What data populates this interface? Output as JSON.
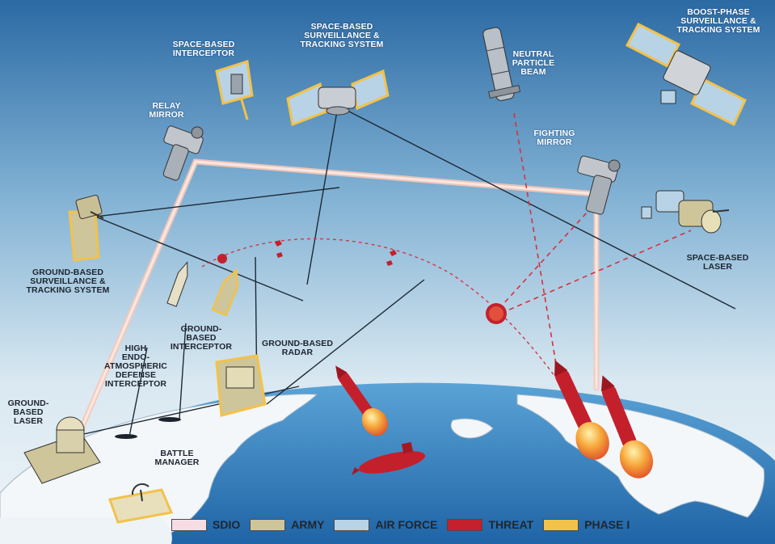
{
  "colors": {
    "sdio": "#f6dde4",
    "army": "#cfc59a",
    "air_force": "#b9d3e6",
    "threat": "#c4202c",
    "phase_i": "#f2c24a",
    "sky_top": "#2b6aa4",
    "sky_bottom": "#e4eef4",
    "ocean": "#2f7fc0",
    "land": "#f2f6fa"
  },
  "labels": {
    "space_based_interceptor": "SPACE-BASED\nINTERCEPTOR",
    "space_based_surveillance": "SPACE-BASED\nSURVEILLANCE &\nTRACKING SYSTEM",
    "neutral_particle_beam": "NEUTRAL\nPARTICLE\nBEAM",
    "boost_phase_surveillance": "BOOST-PHASE\nSURVEILLANCE &\nTRACKING SYSTEM",
    "relay_mirror": "RELAY\nMIRROR",
    "fighting_mirror": "FIGHTING\nMIRROR",
    "space_based_laser": "SPACE-BASED\nLASER",
    "ground_based_surveillance": "GROUND-BASED\nSURVEILLANCE &\nTRACKING SYSTEM",
    "ground_based_interceptor": "GROUND-\nBASED\nINTERCEPTOR",
    "ground_based_radar": "GROUND-BASED\nRADAR",
    "hedi": "HIGH\nENDO-\nATMOSPHERIC\nDEFENSE\nINTERCEPTOR",
    "ground_based_laser": "GROUND-\nBASED\nLASER",
    "battle_manager": "BATTLE\nMANAGER"
  },
  "legend": {
    "sdio": "SDIO",
    "army": "ARMY",
    "air_force": "AIR FORCE",
    "threat": "THREAT",
    "phase_i": "PHASE I"
  }
}
